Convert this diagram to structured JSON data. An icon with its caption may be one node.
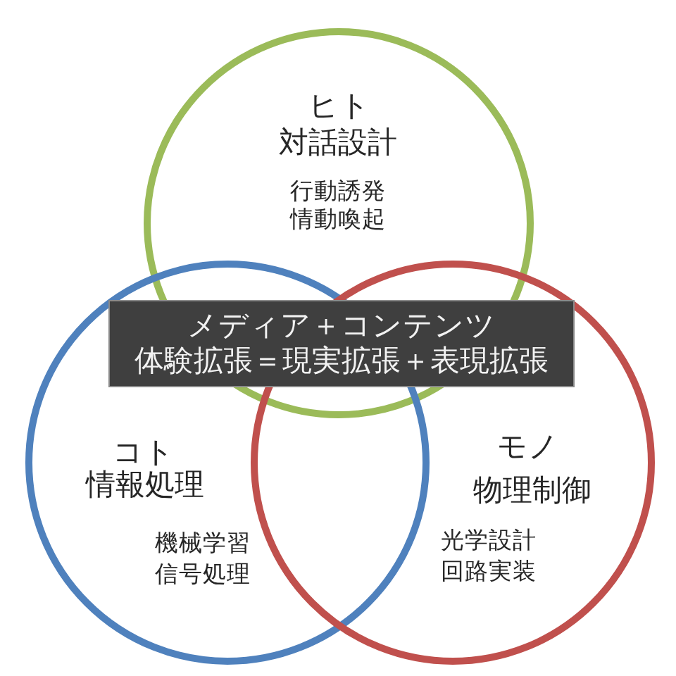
{
  "diagram": {
    "nodes": [
      {
        "text": [
          "ヒト",
          "対話設計",
          "行動誘発",
          "情動喚起"
        ]
      },
      {
        "text": [
          "メディア＋コンテンツ",
          "体験拡張＝現実拡張＋表現拡張"
        ]
      },
      {
        "text": [
          "コト",
          "情報処理",
          "機械学習",
          "信号処理"
        ]
      },
      {
        "text": [
          "モノ",
          "物理制御",
          "光学設計",
          "回路実装"
        ]
      }
    ]
  }
}
